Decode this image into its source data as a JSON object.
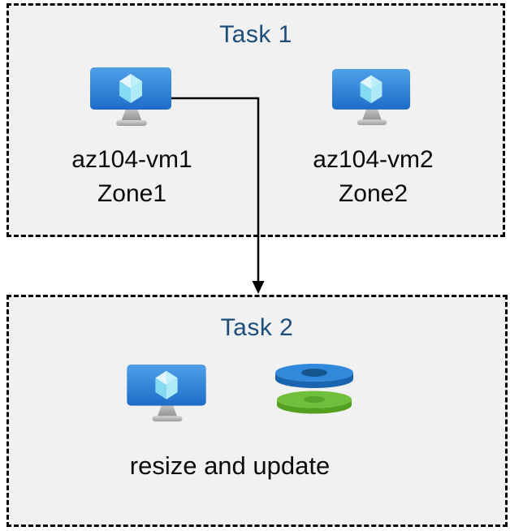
{
  "diagram": {
    "type": "azure-task-flow-diagram",
    "background": "#ffffff"
  },
  "colors": {
    "task_title": "#1C4E79",
    "box_background": "#f1f1f2",
    "box_border": "#000000",
    "label_text": "#0a0a0a",
    "vm_monitor_top": "#4A9AE4",
    "vm_monitor_bottom": "#2171CC",
    "vm_cube_light": "#dff6fd",
    "vm_cube_cyan": "#8edcf5",
    "disk_blue_top": "#3189DB",
    "disk_blue_side": "#1A64B0",
    "disk_blue_hole": "#15568E",
    "disk_green_top": "#6FBF3C",
    "disk_green_side": "#539F20",
    "disk_green_hole": "#57A42B",
    "connector": "#000000"
  },
  "task1": {
    "title": "Task 1",
    "vms": [
      {
        "name": "az104-vm1",
        "zone": "Zone1",
        "icon": "virtual-machine-icon"
      },
      {
        "name": "az104-vm2",
        "zone": "Zone2",
        "icon": "virtual-machine-icon"
      }
    ]
  },
  "task2": {
    "title": "Task 2",
    "caption": "resize and update",
    "icons": [
      "virtual-machine-icon",
      "disks-icon"
    ]
  },
  "connector": {
    "style": "elbow-arrow",
    "from": "az104-vm1",
    "to": "Task 2"
  }
}
